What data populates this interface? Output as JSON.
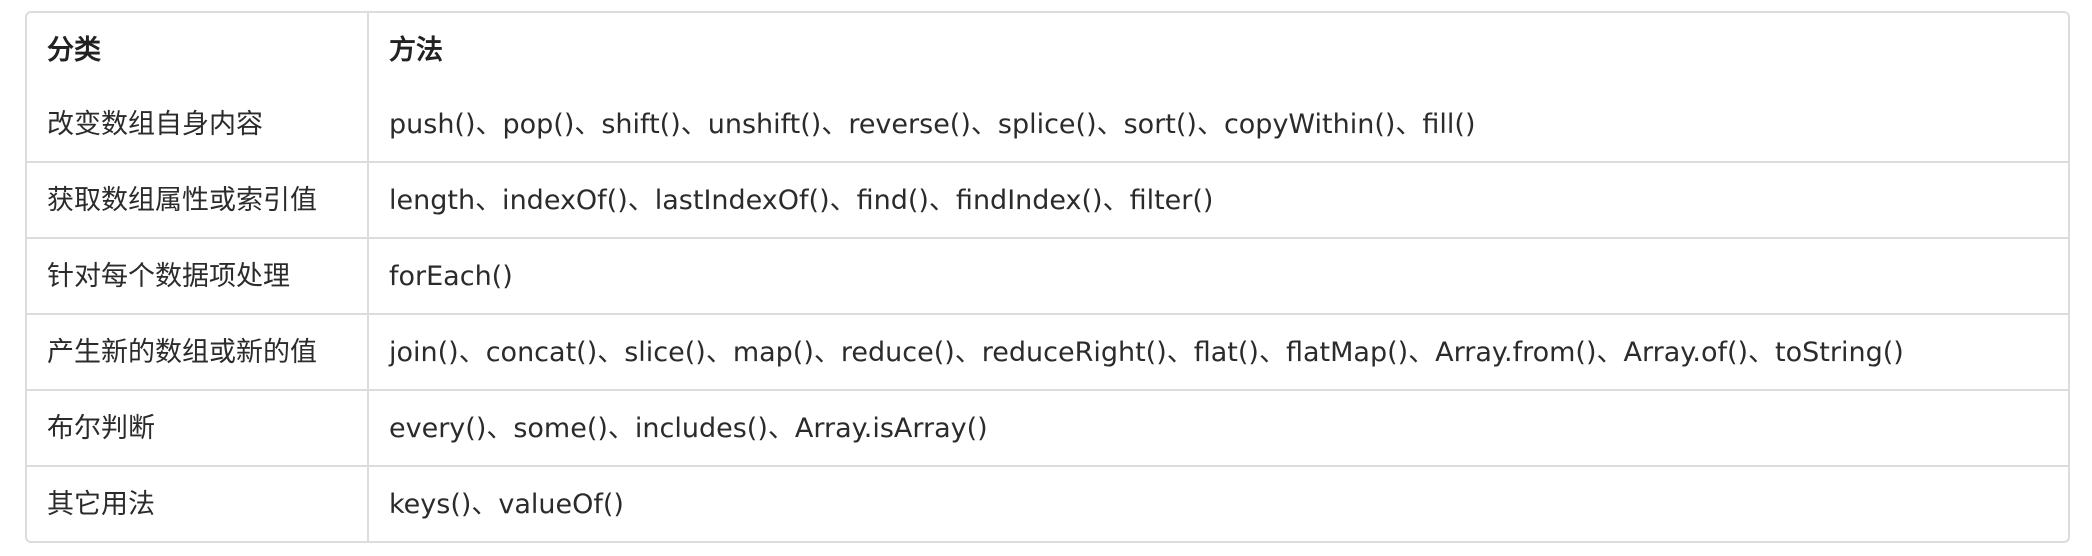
{
  "table": {
    "headers": [
      "分类",
      "方法"
    ],
    "rows": [
      {
        "category": "改变数组自身内容",
        "methods": "push()、pop()、shift()、unshift()、reverse()、splice()、sort()、copyWithin()、fill()"
      },
      {
        "category": "获取数组属性或索引值",
        "methods": "length、indexOf()、lastIndexOf()、find()、findIndex()、filter()"
      },
      {
        "category": "针对每个数据项处理",
        "methods": "forEach()"
      },
      {
        "category": "产生新的数组或新的值",
        "methods": "join()、concat()、slice()、map()、reduce()、reduceRight()、flat()、flatMap()、Array.from()、Array.of()、toString()"
      },
      {
        "category": "布尔判断",
        "methods": "every()、some()、includes()、Array.isArray()"
      },
      {
        "category": "其它用法",
        "methods": "keys()、valueOf()"
      }
    ]
  }
}
